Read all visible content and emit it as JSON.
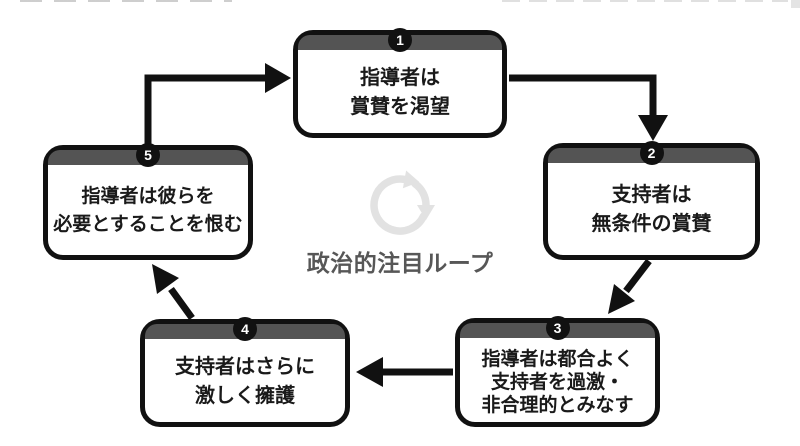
{
  "diagram": {
    "center_label": "政治的注目ループ",
    "nodes": [
      {
        "number": "1",
        "lines": [
          "指導者は",
          "賞賛を渇望"
        ]
      },
      {
        "number": "2",
        "lines": [
          "支持者は",
          "無条件の賞賛"
        ]
      },
      {
        "number": "3",
        "lines": [
          "指導者は都合よく",
          "支持者を過激・",
          "非合理的とみなす"
        ]
      },
      {
        "number": "4",
        "lines": [
          "支持者はさらに",
          "激しく擁護"
        ]
      },
      {
        "number": "5",
        "lines": [
          "指導者は彼らを",
          "必要とすることを恨む"
        ]
      }
    ],
    "colors": {
      "outline": "#111111",
      "header_strip": "#545454",
      "badge_background": "#111111",
      "badge_text": "#ffffff",
      "node_text": "#1a1a1a",
      "center_text": "#575757",
      "loop_icon": "#e2e2e2",
      "background": "#ffffff"
    }
  }
}
